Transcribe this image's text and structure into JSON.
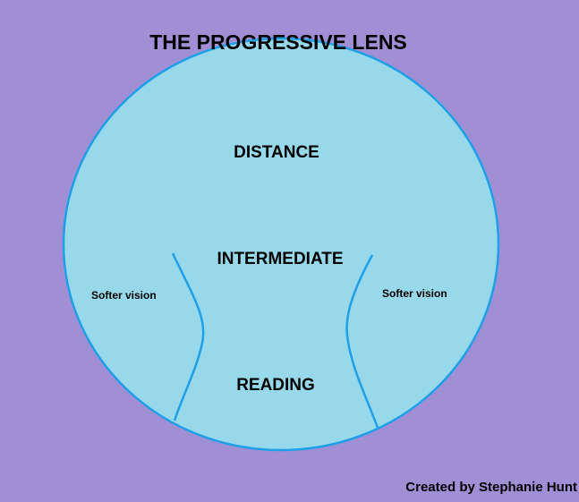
{
  "title": "THE PROGRESSIVE LENS",
  "zones": {
    "distance": "DISTANCE",
    "intermediate": "INTERMEDIATE",
    "reading": "READING"
  },
  "periphery": {
    "left": "Softer vision",
    "right": "Softer vision"
  },
  "credit": "Created by Stephanie Hunt",
  "colors": {
    "background": "#a18fd6",
    "lens_fill": "#97d8ea",
    "lens_outline": "#1e9fe6"
  }
}
